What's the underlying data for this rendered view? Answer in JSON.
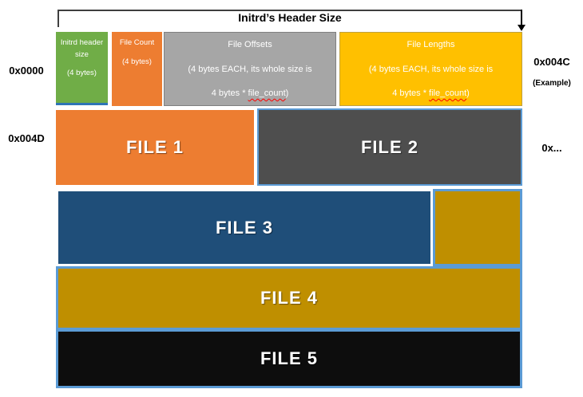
{
  "bracket": {
    "label": "Initrd’s Header Size"
  },
  "addresses": {
    "left_row1": "0x0000",
    "left_row2": "0x004D",
    "right_row1": "0x004C",
    "right_row1_note": "(Example)",
    "right_row2": "0x..."
  },
  "header_boxes": {
    "initrd_header_size": {
      "title": "Initrd header size",
      "size": "(4 bytes)"
    },
    "file_count": {
      "title": "File Count",
      "size": "(4 bytes)"
    },
    "file_offsets": {
      "title": "File Offsets",
      "desc": "(4 bytes EACH, its whole size is",
      "formula_prefix": "4 bytes * ",
      "formula_var": "file_count",
      "formula_suffix": ")"
    },
    "file_lengths": {
      "title": "File Lengths",
      "desc": "(4 bytes EACH, its whole size is",
      "formula_prefix": "4 bytes * ",
      "formula_var": "file_count",
      "formula_suffix": ")"
    }
  },
  "files": {
    "file1": "FILE 1",
    "file2": "FILE 2",
    "file3": "FILE 3",
    "file4": "FILE 4",
    "file5": "FILE 5"
  },
  "colors": {
    "green": "#70AD47",
    "orange": "#ED7D31",
    "gray": "#A6A6A6",
    "gold_bright": "#FFC000",
    "dark_gray": "#4E4E4E",
    "dark_blue": "#1F4E79",
    "dark_gold": "#BF8F00",
    "black": "#0D0D0D",
    "border_blue": "#5B9BD5",
    "squiggle_red": "#ff0000"
  }
}
